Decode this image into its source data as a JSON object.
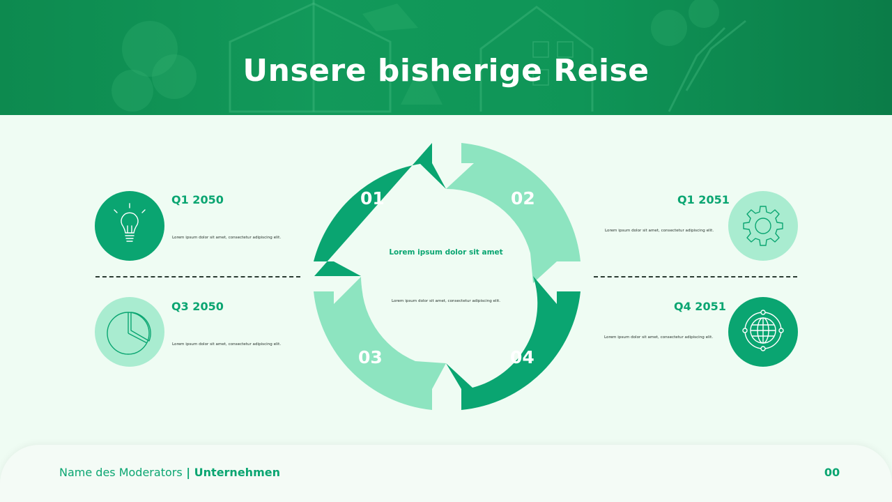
{
  "header": {
    "title": "Unsere bisherige Reise"
  },
  "colors": {
    "dark_green": "#0aa571",
    "light_green": "#8de4c0",
    "icon_bg_light": "#a9ecd0",
    "banner": "#0f9557",
    "background": "#effcf3"
  },
  "milestones": [
    {
      "label": "Q1 2050",
      "text": "Lorem ipsum dolor sit amet, consectetur adipiscing elit.",
      "icon": "lightbulb-icon"
    },
    {
      "label": "Q3 2050",
      "text": "Lorem ipsum dolor sit amet, consectetur adipiscing elit.",
      "icon": "pie-chart-icon"
    },
    {
      "label": "Q1 2051",
      "text": "Lorem ipsum dolor sit amet, consectetur adipiscing elit.",
      "icon": "gear-icon"
    },
    {
      "label": "Q4 2051",
      "text": "Lorem ipsum dolor sit amet, consectetur adipiscing elit.",
      "icon": "globe-icon"
    }
  ],
  "cycle": {
    "steps": [
      "01",
      "02",
      "03",
      "04"
    ],
    "center_title": "Lorem ipsum dolor sit amet",
    "center_text": "Lorem ipsum dolor sit amet, consectetur adipiscing elit."
  },
  "footer": {
    "moderator": "Name des Moderators",
    "separator": " | ",
    "company": "Unternehmen",
    "page": "00"
  }
}
